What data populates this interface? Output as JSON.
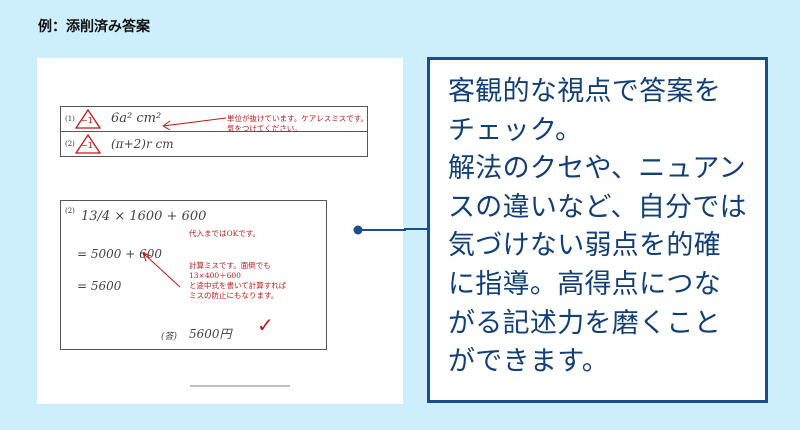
{
  "heading": "例：添削済み答案",
  "sheet": {
    "q1_number": "(1)",
    "q1_mark": "−1",
    "q1_answer": "6a² cm²",
    "q1_comment": "単位が抜けています。ケアレスミスです。\n気をつけてください。",
    "q2_number": "(2)",
    "q2_mark": "−1",
    "q2_answer": "(π+2)r cm",
    "part2_number": "(2)",
    "line1": "13/4 × 1600 + 600",
    "comment1": "代入まではOKです。",
    "line2": "= 5000 + 600",
    "comment2": "計算ミスです。面倒でも\n13×400＋600\nと途中式を書いて計算すれば\nミスの防止にもなります。",
    "line3": "= 5600",
    "final_label": "(答)",
    "final_value": "5600円",
    "check_mark": "✓"
  },
  "callout": {
    "lines": [
      "客観的な視点で答案を",
      "チェック。",
      "解法のクセや、ニュアン",
      "スの違いなど、自分では",
      "気づけない弱点を的確",
      "に指導。高得点につな",
      "がる記述力を磨くこと",
      "ができます。"
    ]
  },
  "colors": {
    "background": "#cdeefb",
    "callout_border": "#1a4d8c",
    "callout_text": "#123f75",
    "correction_red": "#c01818"
  }
}
